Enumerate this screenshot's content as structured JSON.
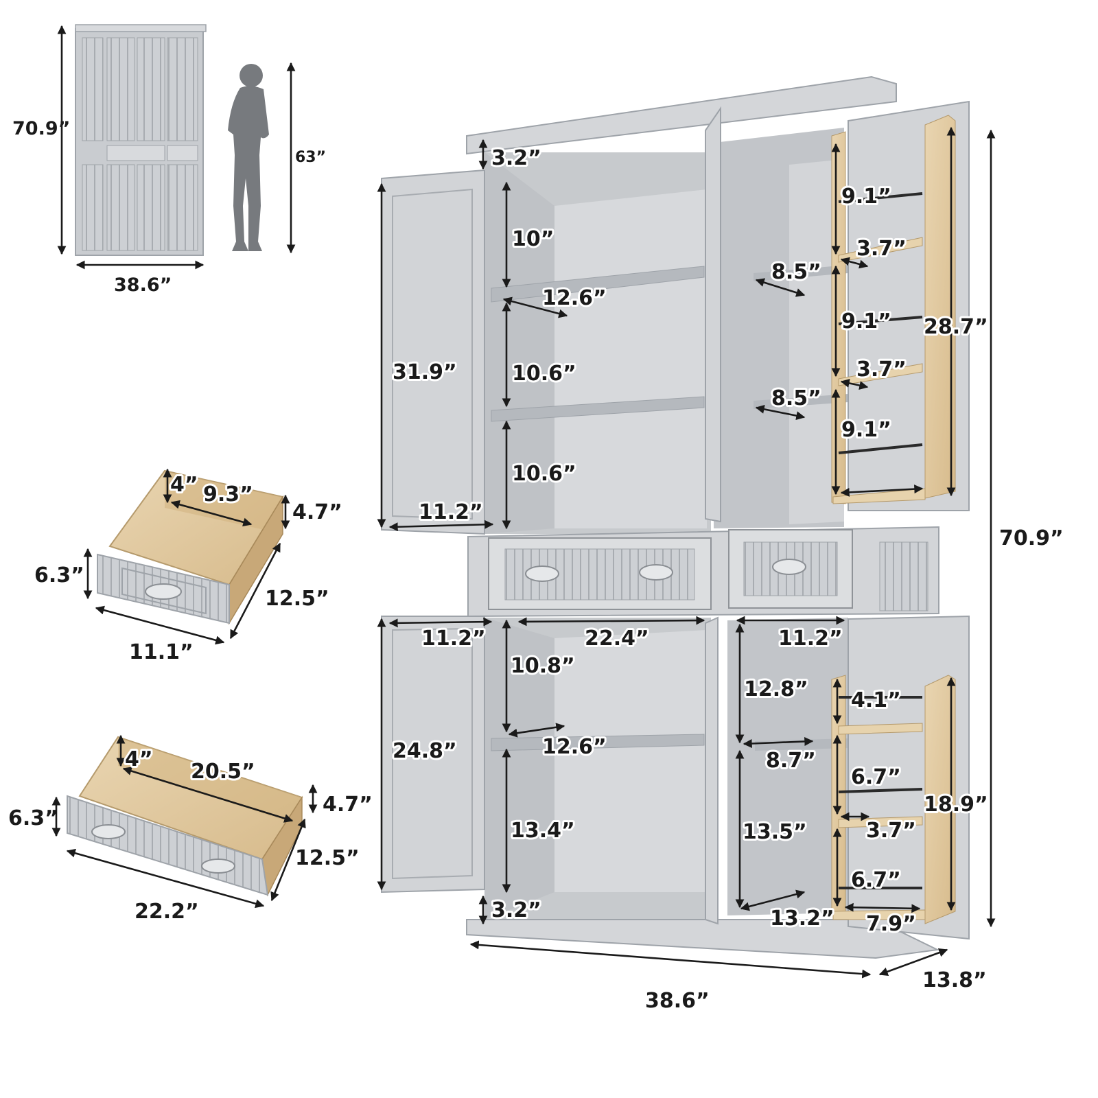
{
  "colors": {
    "cabinet_body": "#c9ccd0",
    "cabinet_shadow": "#9ea3a9",
    "interior": "#d7d9dc",
    "wood": "#e3cba3",
    "rod": "#2a2a2a",
    "dimension_text": "#1a1a1a",
    "person": "#777a7e"
  },
  "icons": {
    "person": "person-silhouette-icon",
    "handle": "cup-pull-handle-icon"
  },
  "overview": {
    "height": "70.9”",
    "width": "38.6”",
    "person_height": "63”"
  },
  "small_drawer": {
    "depth_inner": "4”",
    "inner_width": "9.3”",
    "side_height": "4.7”",
    "front_height": "6.3”",
    "depth": "12.5”",
    "width": "11.1”"
  },
  "large_drawer": {
    "depth_inner": "4”",
    "inner_width": "20.5”",
    "side_height": "4.7”",
    "front_height": "6.3”",
    "depth": "12.5”",
    "width": "22.2”"
  },
  "main": {
    "top_gap": "3.2”",
    "upper_shelf_1": "10”",
    "upper_shelf_2": "10.6”",
    "upper_shelf_3": "10.6”",
    "upper_depth": "12.6”",
    "upper_door_height": "31.9”",
    "upper_door_width": "11.2”",
    "right_shelf_depth_1": "8.5”",
    "right_shelf_depth_2": "8.5”",
    "upper_rack_1": "9.1”",
    "upper_rack_shelf_1": "3.7”",
    "upper_rack_2": "9.1”",
    "upper_rack_shelf_2": "3.7”",
    "upper_rack_3": "9.1”",
    "upper_rack_height": "28.7”",
    "total_height": "70.9”",
    "lower_left_door_width": "11.2”",
    "lower_inner_width": "22.4”",
    "lower_right_door_width": "11.2”",
    "lower_shelf_1": "10.8”",
    "lower_depth": "12.6”",
    "lower_door_height": "24.8”",
    "lower_shelf_2": "13.4”",
    "bottom_gap": "3.2”",
    "right_lower_1": "12.8”",
    "right_lower_depth": "8.7”",
    "right_lower_2": "13.5”",
    "right_lower_bottom_depth": "13.2”",
    "lower_rack_1": "4.1”",
    "lower_rack_2": "6.7”",
    "lower_rack_shelf": "3.7”",
    "lower_rack_3": "6.7”",
    "lower_rack_width": "7.9”",
    "lower_rack_height": "18.9”",
    "total_width": "38.6”",
    "total_depth": "13.8”"
  }
}
